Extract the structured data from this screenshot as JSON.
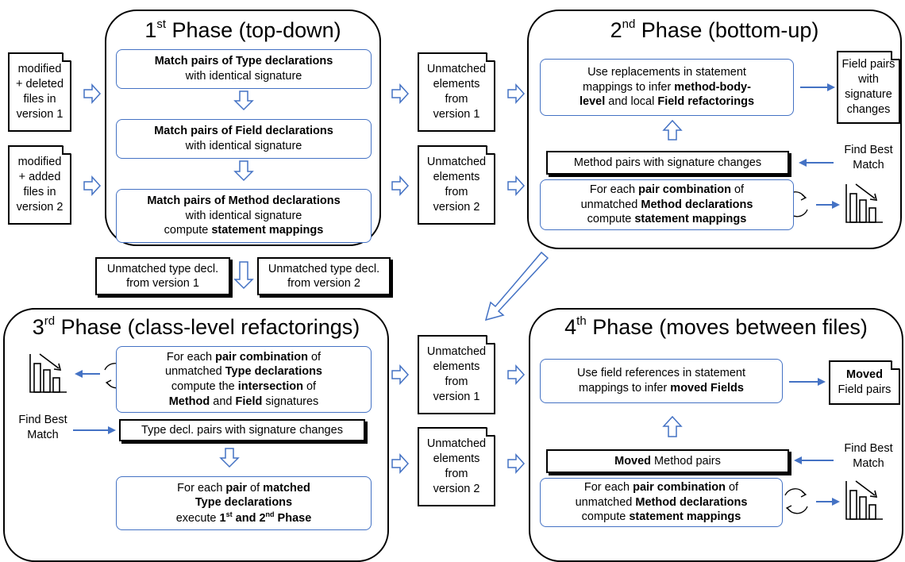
{
  "phase1": {
    "title_pre": "1",
    "title_sup": "st",
    "title_post": " Phase (top-down)",
    "box_type": {
      "bold": "Match pairs of Type declarations",
      "rest": "with identical signature"
    },
    "box_field": {
      "bold": "Match pairs of Field declarations",
      "rest": "with identical signature"
    },
    "box_method": {
      "bold": "Match pairs of Method declarations",
      "rest": "with identical signature",
      "line3_pre": "compute ",
      "line3_bold": "statement mappings"
    }
  },
  "inputs": {
    "v1": [
      "modified",
      "+ deleted",
      "files in",
      "version 1"
    ],
    "v2": [
      "modified",
      "+ added",
      "files in",
      "version 2"
    ]
  },
  "unmatched_elements": {
    "v1": [
      "Unmatched",
      "elements",
      "from",
      "version 1"
    ],
    "v2": [
      "Unmatched",
      "elements",
      "from",
      "version 2"
    ]
  },
  "unmatched_type": {
    "v1": [
      "Unmatched type decl.",
      "from version 1"
    ],
    "v2": [
      "Unmatched type decl.",
      "from version 2"
    ]
  },
  "phase2": {
    "title_pre": "2",
    "title_sup": "nd",
    "title_post": " Phase (bottom-up)",
    "box_use": {
      "l1": "Use replacements in statement",
      "l2_pre": "mappings to infer ",
      "l2_bold": "method-body-",
      "l3_bold": "level",
      "l3_mid": " and local ",
      "l3_bold2": "Field refactorings"
    },
    "method_pairs": "Method pairs with signature changes",
    "box_each": {
      "l1_pre": "For each ",
      "l1_bold": "pair combination",
      "l1_post": " of",
      "l2_pre": "unmatched ",
      "l2_bold": "Method declarations",
      "l3_pre": "compute ",
      "l3_bold": "statement mappings"
    },
    "field_pairs": [
      "Field pairs",
      "with",
      "signature",
      "changes"
    ],
    "find_best": [
      "Find Best",
      "Match"
    ]
  },
  "phase3": {
    "title_pre": "3",
    "title_sup": "rd",
    "title_post": " Phase (class-level refactorings)",
    "box_each": {
      "l1_pre": "For each ",
      "l1_bold": "pair combination",
      "l1_post": " of",
      "l2_pre": "unmatched ",
      "l2_bold": "Type declarations",
      "l3_pre": "compute the ",
      "l3_bold": "intersection",
      "l3_post": " of",
      "l4_bold": "Method",
      "l4_mid": " and ",
      "l4_bold2": "Field",
      "l4_post": " signatures"
    },
    "type_pairs": "Type decl. pairs with signature changes",
    "box_matched": {
      "l1_pre": "For each ",
      "l1_bold": "pair",
      "l1_mid": " of ",
      "l1_bold2": "matched",
      "l2_bold": "Type declarations",
      "l3_pre": "execute ",
      "l3_b1": "1",
      "l3_s1": "st",
      "l3_b2": " and 2",
      "l3_s2": "nd",
      "l3_b3": " Phase"
    },
    "find_best": [
      "Find Best",
      "Match"
    ]
  },
  "phase4": {
    "title_pre": "4",
    "title_sup": "th",
    "title_post": " Phase (moves between files)",
    "box_use": {
      "l1": "Use field references in statement",
      "l2_pre": "mappings to infer ",
      "l2_bold": "moved Fields"
    },
    "moved_methods": {
      "bold": "Moved",
      "rest": " Method pairs"
    },
    "moved_fields": {
      "bold": "Moved",
      "rest": "Field pairs"
    },
    "box_each": {
      "l1_pre": "For each ",
      "l1_bold": "pair combination",
      "l1_post": " of",
      "l2_pre": "unmatched ",
      "l2_bold": "Method declarations",
      "l3_pre": "compute ",
      "l3_bold": "statement mappings"
    },
    "find_best": [
      "Find Best",
      "Match"
    ]
  },
  "colors": {
    "arrow": "#4472c4",
    "box_border": "#4472c4",
    "frame": "#000000"
  }
}
